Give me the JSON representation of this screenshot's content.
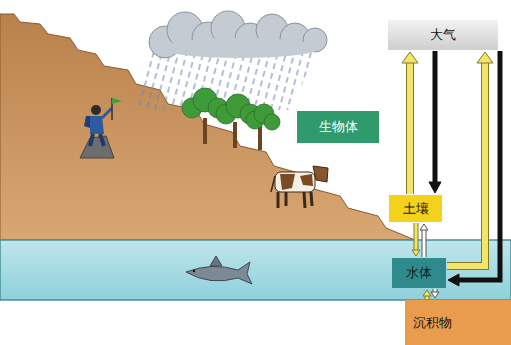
{
  "diagram": {
    "nodes": [
      {
        "text": [
          "大气"
        ]
      },
      {
        "text": [
          "生物体"
        ]
      },
      {
        "text": [
          "土壤"
        ]
      },
      {
        "text": [
          "水体"
        ]
      },
      {
        "text": [
          "沉积物"
        ]
      }
    ],
    "edges": [
      {
        "from": 2,
        "to": 0,
        "arrow": "to"
      },
      {
        "from": 0,
        "to": 2,
        "arrow": "to"
      },
      {
        "from": 3,
        "to": 0,
        "arrow": "to"
      },
      {
        "from": 0,
        "to": 3,
        "arrow": "to"
      },
      {
        "from": 2,
        "to": 3,
        "arrow": "to"
      },
      {
        "from": 3,
        "to": 2,
        "arrow": "to"
      },
      {
        "from": 4,
        "to": 3,
        "arrow": "to"
      },
      {
        "from": 3,
        "to": 4,
        "arrow": "to"
      }
    ]
  }
}
